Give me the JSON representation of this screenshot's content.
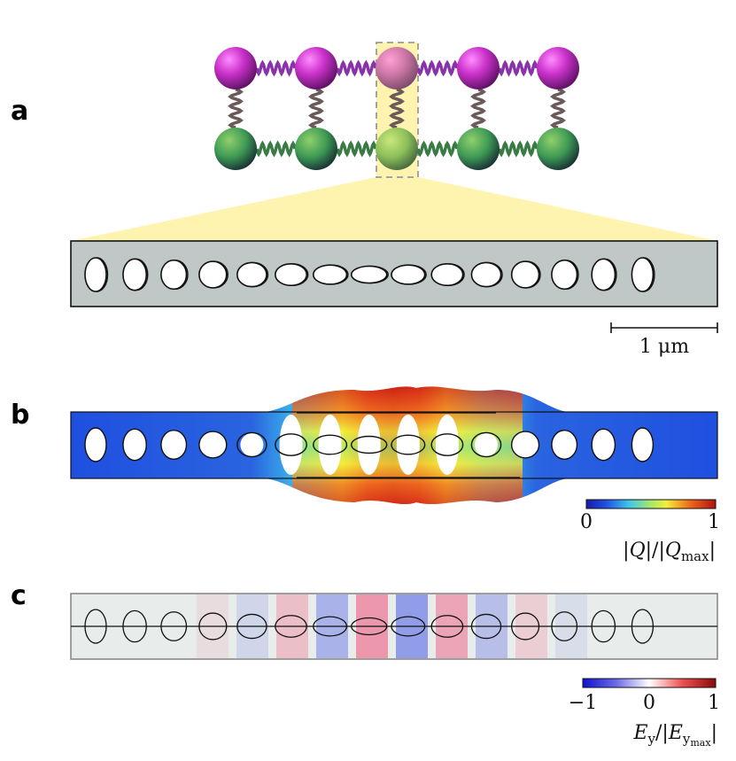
{
  "panels": {
    "a": {
      "label": "a",
      "scale_bar": "1 μm"
    },
    "b": {
      "label": "b",
      "colorbar": {
        "min": "0",
        "max": "1",
        "label": "|Q|/|Qmax|"
      }
    },
    "c": {
      "label": "c",
      "colorbar": {
        "min": "−1",
        "mid": "0",
        "max": "1",
        "label": "Ey/|Eymax|"
      }
    }
  },
  "colors": {
    "sphere_top": "#cc33cc",
    "sphere_bottom": "#55aa44",
    "highlight": "#fff3b0",
    "beam": "#bfc8c6",
    "spring_top": "#8833aa",
    "spring_bottom": "#3a7a44",
    "spring_vertical": "#6b5a5a"
  }
}
